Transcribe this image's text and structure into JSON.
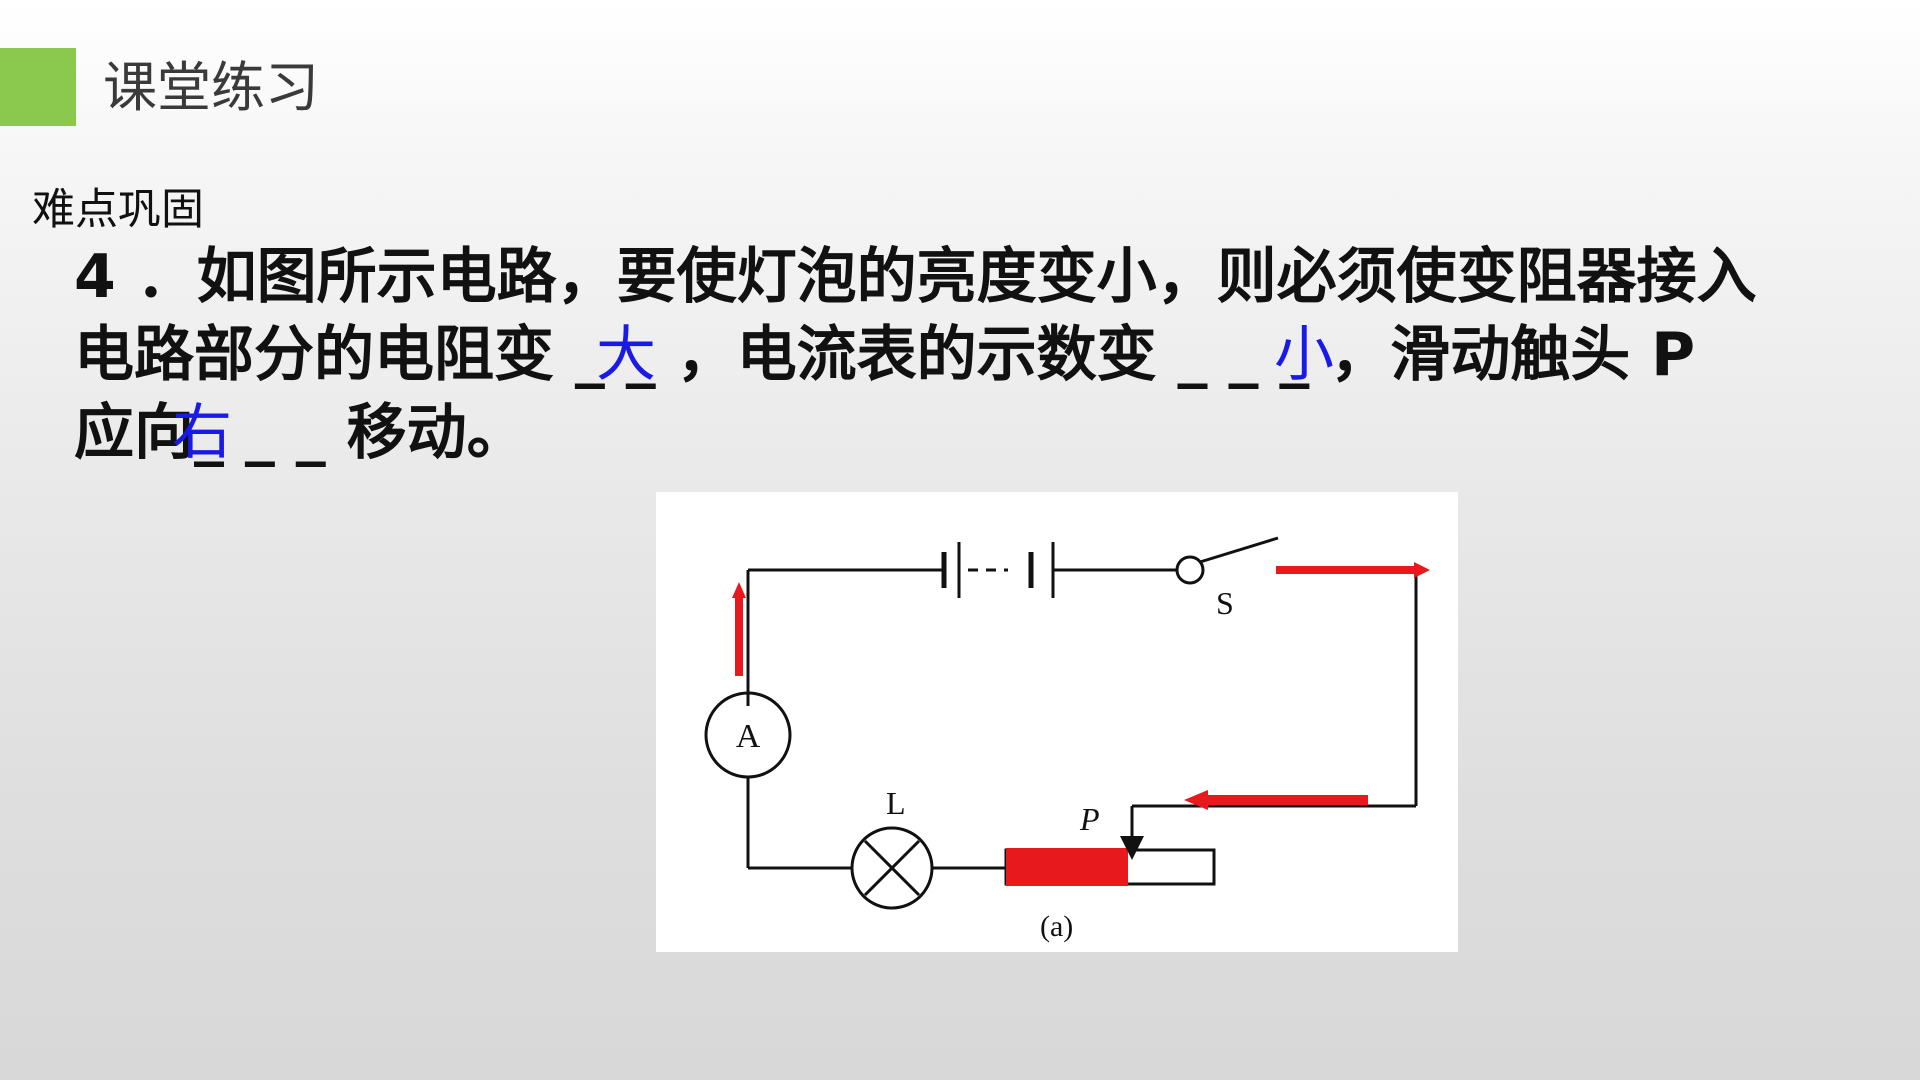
{
  "slide": {
    "title": "课堂练习",
    "subtitle": "难点巩固",
    "accent_color": "#8ac94e"
  },
  "question": {
    "line1": "4 ．如图所示电路，要使灯泡的亮度变小，则必须使变阻器接入",
    "line2": "电路部分的电阻变 _ _ ，电流表的示数变 _ _ _ ，滑动触头 P",
    "line3": "应向_ _ _ 移动。",
    "answers": [
      "大",
      "小",
      "右"
    ],
    "answer_color": "#1a1ae8"
  },
  "diagram": {
    "switch_label": "S",
    "ammeter_label": "A",
    "lamp_label": "L",
    "slider_label": "P",
    "caption": "(a)",
    "arrow_color": "#e8191c"
  }
}
